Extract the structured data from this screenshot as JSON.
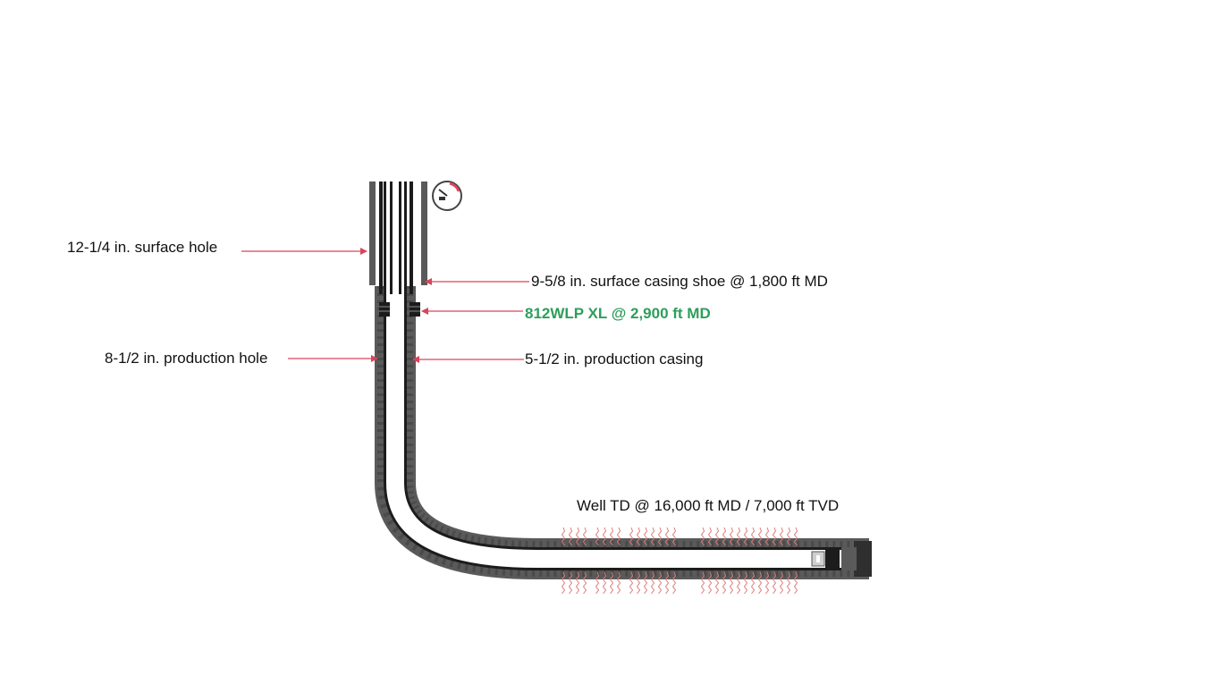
{
  "diagram": {
    "labels": {
      "surface_hole": "12-1/4 in. surface hole",
      "surface_casing_shoe": "9-5/8 in. surface casing shoe @ 1,800 ft MD",
      "tool": "812WLP XL @ 2,900 ft MD",
      "production_hole": "8-1/2 in. production hole",
      "production_casing": "5-1/2 in. production casing",
      "well_td": "Well TD @ 16,000 ft MD / 7,000 ft TVD"
    },
    "colors": {
      "formation": "#5a5a5a",
      "cement_edge": "#2f2f2f",
      "casing": "#1c1c1c",
      "bore": "#ffffff",
      "arrow": "#d9455a",
      "tool_text": "#2e9e5b",
      "perforation": "#e07a7a"
    },
    "icons": [
      "pressure-gauge-icon",
      "float-shoe-icon"
    ]
  }
}
